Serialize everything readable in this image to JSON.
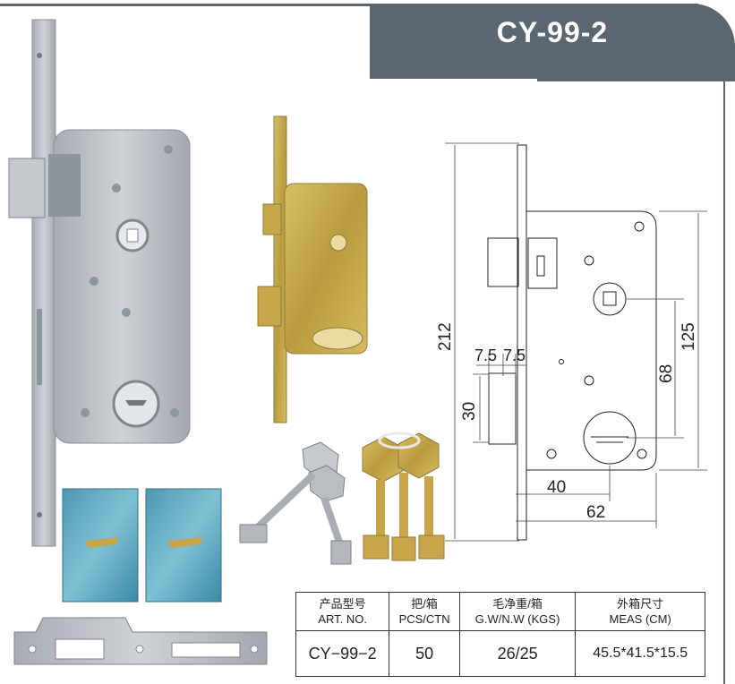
{
  "header": {
    "model": "CY-99-2"
  },
  "drawing": {
    "dim_height": "212",
    "dim_total": "125",
    "dim_center": "68",
    "dim_strike": "30",
    "dim_offset_a": "7.5",
    "dim_offset_b": "7.5",
    "dim_backset": "40",
    "dim_case": "62"
  },
  "table": {
    "headers": [
      {
        "cn": "产品型号",
        "en": "ART. NO."
      },
      {
        "cn": "把/箱",
        "en": "PCS/CTN"
      },
      {
        "cn": "毛净重/箱",
        "en": "G.W/N.W (KGS)"
      },
      {
        "cn": "外箱尺寸",
        "en": "MEAS (CM)"
      }
    ],
    "row": [
      "CY−99−2",
      "50",
      "26/25",
      "45.5*41.5*15.5"
    ]
  },
  "colors": {
    "header": "#5b6770",
    "brass": "#c9a54a",
    "steel": "#b8bec4"
  }
}
